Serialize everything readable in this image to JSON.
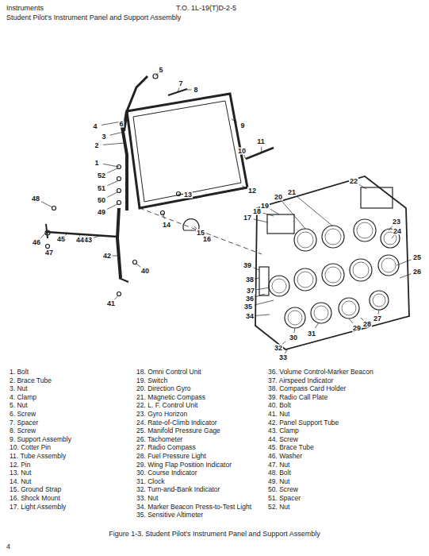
{
  "diagram": {
    "title": "Student Pilot's Instrument Panel and Support Assembly",
    "caption": "Figure 1-3. Student Pilot's Instrument Panel and Support Assembly",
    "labels": [
      "Instruments",
      "T.O. 1L-19(T)D-2-5",
      "1",
      "2",
      "3",
      "4",
      "5",
      "6",
      "7",
      "8",
      "9",
      "10",
      "11",
      "12",
      "13",
      "14",
      "15",
      "16",
      "17",
      "18",
      "19",
      "20",
      "21",
      "22",
      "23",
      "24",
      "25",
      "26",
      "27",
      "28",
      "29",
      "30",
      "31",
      "32",
      "33",
      "34",
      "35",
      "36",
      "37",
      "38",
      "39",
      "40",
      "41",
      "42",
      "43",
      "44",
      "45",
      "46",
      "47",
      "48",
      "49",
      "50",
      "51",
      "52",
      "1. Bolt",
      "2. Brace Tube",
      "3. Nut",
      "4. Clamp",
      "5. Nut",
      "6. Screw",
      "7. Spacer",
      "8. Screw",
      "9. Support Assembly",
      "10. Cotter Pin",
      "11. Tube Assembly",
      "12. Pin",
      "13. Nut",
      "14. Nut",
      "15. Ground Strap",
      "16. Shock Mount",
      "17. Light Assembly",
      "18. Omni Control Unit",
      "19. Switch",
      "20. Direction Gyro",
      "21. Magnetic Compass",
      "22. L. F. Control Unit",
      "23. Gyro Horizon",
      "24. Rate-of-Climb Indicator",
      "25. Manifold Pressure Gage",
      "26. Tachometer",
      "27. Radio Compass",
      "28. Fuel Pressure Light",
      "29. Wing Flap Position Indicator",
      "30. Course Indicator",
      "31. Clock",
      "32. Turn-and-Bank Indicator",
      "33. Nut",
      "34. Marker Beacon Press-to-Test Light",
      "35. Sensitive Altimeter",
      "36. Volume Control-Marker Beacon",
      "37. Airspeed Indicator",
      "38. Compass Card Holder",
      "39. Radio Call Plate",
      "40. Bolt",
      "41. Nut",
      "42. Panel Support Tube",
      "43. Clamp",
      "44. Screw",
      "45. Brace Tube",
      "46. Washer",
      "47. Nut",
      "48. Bolt",
      "49. Nut",
      "50. Screw",
      "51. Spacer",
      "52. Nut",
      "4"
    ]
  }
}
